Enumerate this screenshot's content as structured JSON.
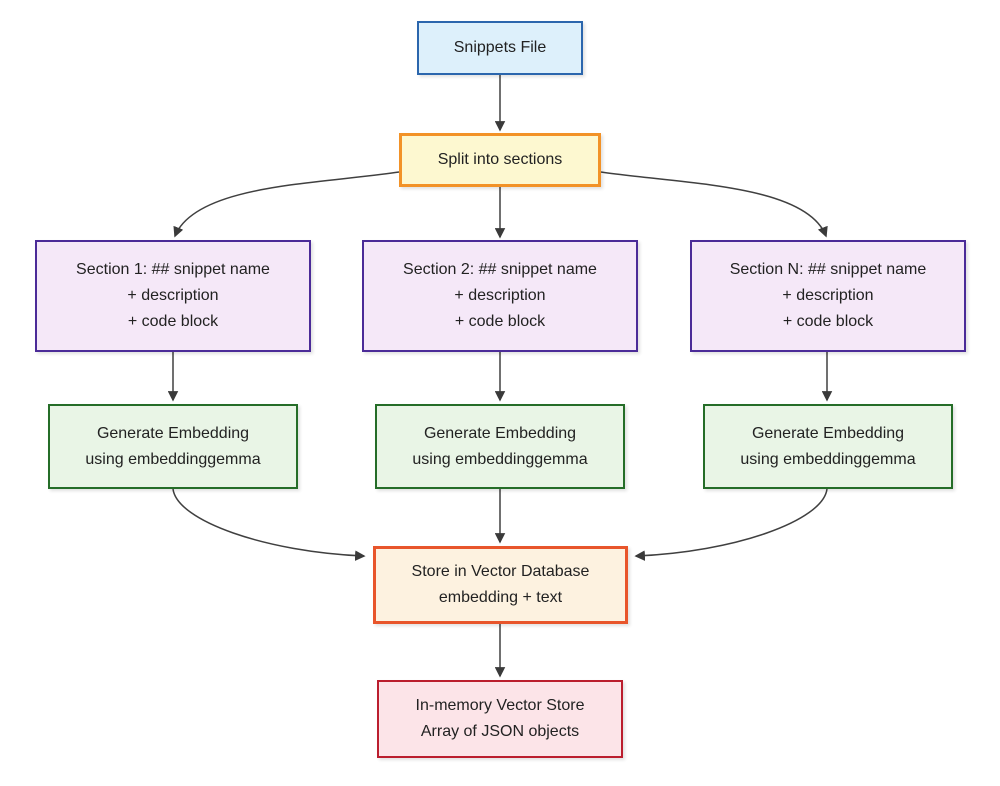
{
  "diagram": {
    "type": "flowchart",
    "background": "#ffffff",
    "arrow_color": "#404040",
    "text_color": "#222222",
    "nodes": {
      "snippets_file": {
        "label": "Snippets File",
        "fill": "#ddf0fb",
        "border": "#2b66ad"
      },
      "split": {
        "label": "Split into sections",
        "fill": "#fdf8d0",
        "border": "#f29227"
      },
      "section_1": {
        "lines": [
          "Section 1: ## snippet name",
          "+ description",
          "+ code block"
        ],
        "fill": "#f5e8f8",
        "border": "#4b2b98"
      },
      "section_2": {
        "lines": [
          "Section 2: ## snippet name",
          "+ description",
          "+ code block"
        ],
        "fill": "#f5e8f8",
        "border": "#4b2b98"
      },
      "section_n": {
        "lines": [
          "Section N: ## snippet name",
          "+ description",
          "+ code block"
        ],
        "fill": "#f5e8f8",
        "border": "#4b2b98"
      },
      "embed_1": {
        "lines": [
          "Generate Embedding",
          "using embeddinggemma"
        ],
        "fill": "#e9f5e6",
        "border": "#256d28"
      },
      "embed_2": {
        "lines": [
          "Generate Embedding",
          "using embeddinggemma"
        ],
        "fill": "#e9f5e6",
        "border": "#256d28"
      },
      "embed_3": {
        "lines": [
          "Generate Embedding",
          "using embeddinggemma"
        ],
        "fill": "#e9f5e6",
        "border": "#256d28"
      },
      "store": {
        "lines": [
          "Store in Vector Database",
          "embedding + text"
        ],
        "fill": "#fdf2e0",
        "border": "#e8552b"
      },
      "memory": {
        "lines": [
          "In-memory Vector Store",
          "Array of JSON objects"
        ],
        "fill": "#fce4e8",
        "border": "#bb1e2e"
      }
    },
    "edges": [
      {
        "from": "snippets_file",
        "to": "split"
      },
      {
        "from": "split",
        "to": "section_1"
      },
      {
        "from": "split",
        "to": "section_2"
      },
      {
        "from": "split",
        "to": "section_n"
      },
      {
        "from": "section_1",
        "to": "embed_1"
      },
      {
        "from": "section_2",
        "to": "embed_2"
      },
      {
        "from": "section_n",
        "to": "embed_3"
      },
      {
        "from": "embed_1",
        "to": "store"
      },
      {
        "from": "embed_2",
        "to": "store"
      },
      {
        "from": "embed_3",
        "to": "store"
      },
      {
        "from": "store",
        "to": "memory"
      }
    ]
  }
}
